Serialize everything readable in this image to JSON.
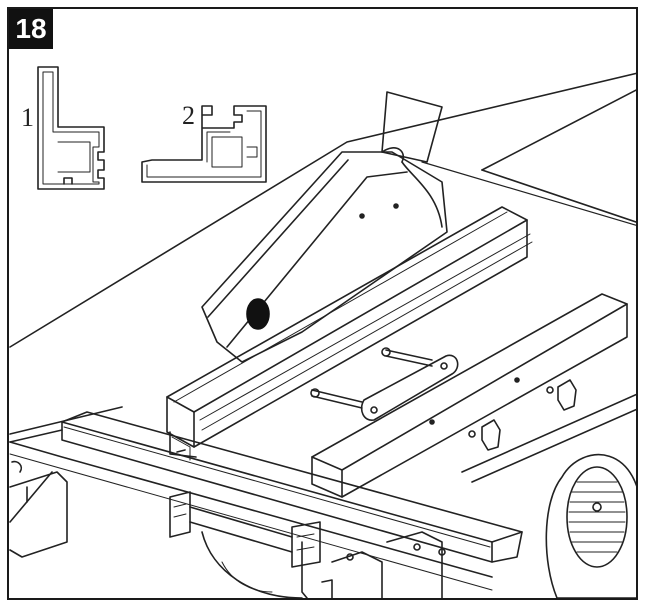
{
  "step": {
    "number": "18"
  },
  "profiles": [
    {
      "label": "1",
      "icon": "l-shaped-extrusion-profile-icon"
    },
    {
      "label": "2",
      "icon": "flat-extrusion-profile-icon"
    }
  ],
  "colors": {
    "ink": "#222222",
    "paper": "#ffffff",
    "hole": "#111111"
  }
}
